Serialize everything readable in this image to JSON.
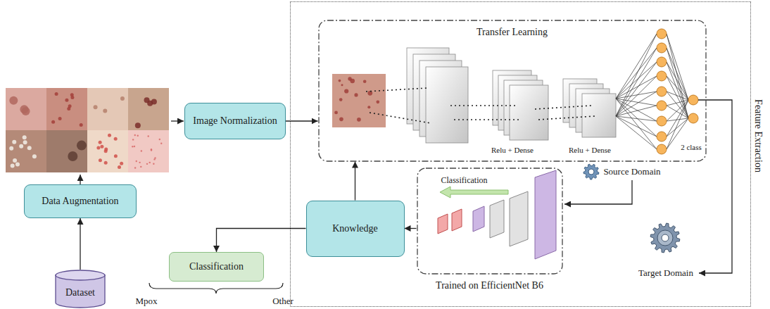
{
  "diagram": {
    "nodes": [
      {
        "text": [
          "Dataset"
        ]
      },
      {
        "text": [
          "Data Augmentation"
        ]
      },
      {
        "text": [
          "Image Normalization"
        ]
      },
      {
        "text": [
          "Feature Extraction"
        ]
      },
      {
        "text": [
          "Transfer Learning"
        ],
        "in": 3
      },
      {
        "text": [
          "Classification",
          "Trained on EfficientNet B6"
        ],
        "in": 3
      },
      {
        "text": [
          "Knowledge"
        ],
        "in": 3
      },
      {
        "text": [
          "Classification"
        ]
      }
    ],
    "edges": [
      {
        "from": 0,
        "to": 1,
        "arrow": "to"
      },
      {
        "from": 2,
        "to": 4,
        "arrow": "to"
      },
      {
        "from": 6,
        "to": 4,
        "arrow": "to"
      },
      {
        "from": 5,
        "to": 6,
        "arrow": "to"
      },
      {
        "from": 6,
        "to": 7,
        "arrow": "to"
      }
    ],
    "labels": [
      "Relu + Dense",
      "Relu + Dense",
      "2 class",
      "Source Domain",
      "Target Domain",
      "Mpox",
      "Other"
    ]
  }
}
